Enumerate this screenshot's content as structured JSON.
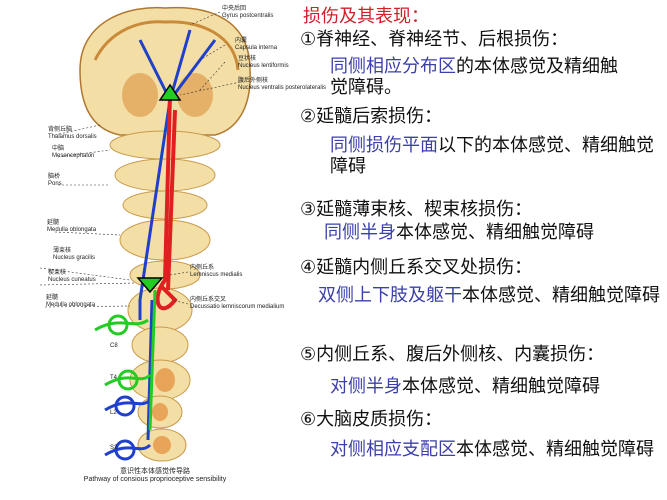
{
  "diagram": {
    "caption_cn": "意识性本体感觉传导路",
    "caption_en": "Pathway of consious proprioceptive sensibility",
    "labels": [
      {
        "cn": "中央后回",
        "en": "Gyrus postcentralis"
      },
      {
        "cn": "内囊",
        "en": "Capsula interna"
      },
      {
        "cn": "豆状核",
        "en": "Nucleus lentiformis"
      },
      {
        "cn": "腹后外侧核",
        "en": "Nucleus ventralis posterolateralis"
      },
      {
        "cn": "背侧丘脑",
        "en": "Thalamus dorsalis"
      },
      {
        "cn": "中脑",
        "en": "Mesencephalon"
      },
      {
        "cn": "脑桥",
        "en": "Pons"
      },
      {
        "cn": "延髓",
        "en": "Medulla oblongata"
      },
      {
        "cn": "薄束核",
        "en": "Nucleus gracilis"
      },
      {
        "cn": "楔束核",
        "en": "Nucleus cuneatus"
      },
      {
        "cn": "延髓",
        "en": "Medulla oblongata"
      },
      {
        "cn": "内侧丘系",
        "en": "Lemniscus medialis"
      },
      {
        "cn": "内侧丘系交叉",
        "en": "Decussatio lemniscorum medialium"
      }
    ],
    "segments": [
      "C8",
      "T4",
      "L2",
      "S2"
    ],
    "colors": {
      "pathway_1": "#1f3fcc",
      "pathway_2": "#e02020",
      "pathway_3": "#22cc22",
      "tissue": "#f3dfa6"
    }
  },
  "text": {
    "title": "损伤及其表现：",
    "items": [
      {
        "heading": "①脊神经、脊神经节、后根损伤：",
        "highlight": "同侧相应分布区",
        "rest": "的本体感觉及精细触觉障碍。"
      },
      {
        "heading": "②延髓后索损伤：",
        "highlight": "同侧损伤平面",
        "rest": "以下的本体感觉、精细触觉障碍"
      },
      {
        "heading": "③延髓薄束核、楔束核损伤：",
        "highlight": "同侧半身",
        "rest": "本体感觉、精细触觉障碍"
      },
      {
        "heading": "④延髓内侧丘系交叉处损伤：",
        "highlight": "双侧上下肢及躯干",
        "rest": "本体感觉、精细触觉障碍"
      },
      {
        "heading": "⑤内侧丘系、腹后外侧核、内囊损伤：",
        "highlight": "对侧半身",
        "rest": "本体感觉、精细触觉障碍"
      },
      {
        "heading": "⑥大脑皮质损伤：",
        "highlight": "对侧相应支配区",
        "rest": "本体感觉、精细触觉障碍"
      }
    ],
    "colors": {
      "title": "#d0202a",
      "highlight": "#3b3fa8",
      "body": "#111111"
    }
  }
}
